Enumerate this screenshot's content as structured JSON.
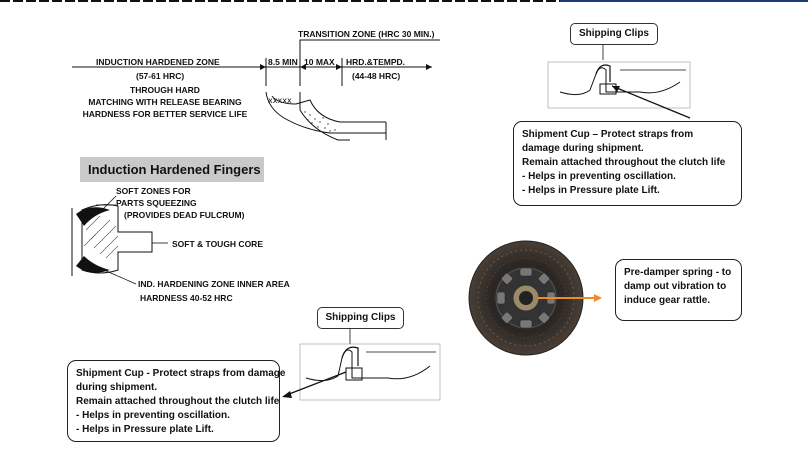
{
  "zones": {
    "induction_zone": "INDUCTION HARDENED ZONE",
    "induction_hrc": "(57-61 HRC)",
    "transition_zone": "TRANSITION ZONE (HRC 30 MIN.)",
    "dim_min": "8.5 MIN",
    "dim_max": "10 MAX",
    "hrd_tempd": "HRD.&TEMPD.",
    "hrd_hrc": "(44-48 HRC)",
    "through_hard": [
      "THROUGH HARD",
      "MATCHING WITH RELEASE BEARING",
      "HARDNESS FOR BETTER SERVICE LIFE"
    ]
  },
  "fingers": {
    "heading": "Induction Hardened Fingers",
    "soft_zones": [
      "SOFT ZONES FOR",
      "PARTS SQUEEZING",
      "(PROVIDES DEAD FULCRUM)"
    ],
    "soft_core": "SOFT & TOUGH CORE",
    "ind_zone": [
      "IND. HARDENING ZONE INNER AREA",
      "HARDNESS 40-52 HRC"
    ]
  },
  "shipping_top": {
    "clip_label": "Shipping Clips",
    "callout": [
      "Shipment Cup – Protect straps from",
      "damage during shipment.",
      "Remain attached throughout the clutch life",
      "- Helps in preventing oscillation.",
      "- Helps in Pressure plate Lift."
    ]
  },
  "shipping_bottom": {
    "clip_label": "Shipping Clips",
    "callout": [
      "Shipment Cup - Protect straps from damage",
      "during shipment.",
      "Remain attached throughout the clutch life",
      "- Helps in preventing oscillation.",
      "- Helps in Pressure plate Lift."
    ]
  },
  "predamper": {
    "callout": [
      "Pre-damper spring - to",
      "damp out vibration to",
      "induce gear rattle."
    ]
  },
  "colors": {
    "accent_orange": "#f08a24",
    "header_blue": "#1f3b73",
    "heading_gray": "#c9c9c9"
  }
}
